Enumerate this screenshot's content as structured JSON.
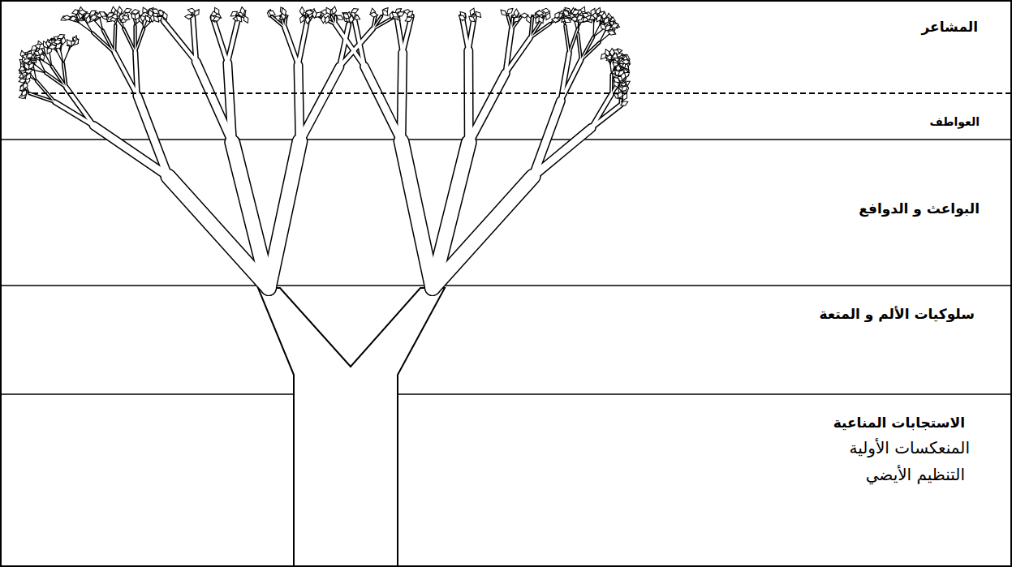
{
  "diagram": {
    "nodes": [
      {
        "text": [
          "المشاعر"
        ]
      },
      {
        "text": [
          "العواطف"
        ]
      },
      {
        "text": [
          "البواعث و الدوافع"
        ]
      },
      {
        "text": [
          "سلوكيات الألم و المتعة"
        ]
      },
      {
        "text": [
          "الاستجابات المناعية",
          "المنعكسات الأولية",
          "التنظيم الأيضي"
        ]
      }
    ]
  }
}
